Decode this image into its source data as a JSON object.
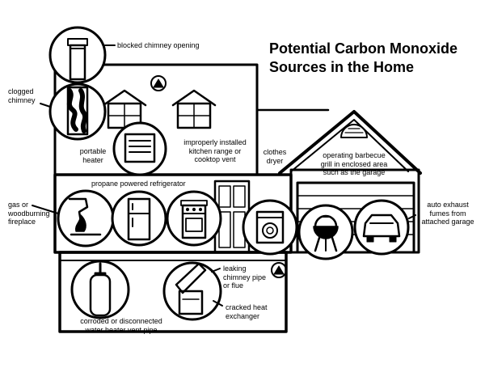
{
  "title_line1": "Potential Carbon Monoxide",
  "title_line2": "Sources in the Home",
  "labels": {
    "blocked_chimney": "blocked chimney opening",
    "clogged_chimney": "clogged\nchimney",
    "portable_heater": "portable\nheater",
    "kitchen_range": "improperly installed\nkitchen range or\ncooktop vent",
    "clothes_dryer": "clothes\ndryer",
    "barbecue": "operating barbecue\ngrill in enclosed area\nsuch as the garage",
    "fireplace": "gas or\nwoodburning\nfireplace",
    "refrigerator": "propane powered refrigerator",
    "auto_exhaust": "auto exhaust\nfumes from\nattached garage",
    "chimney_pipe": "leaking\nchimney pipe\nor flue",
    "heat_exchanger": "cracked heat\nexchanger",
    "water_heater": "corroded or disconnected\nwater heater vent pipe"
  },
  "icons": [
    "blocked-chimney",
    "clogged-chimney",
    "portable-heater",
    "gas-fireplace",
    "refrigerator",
    "kitchen-range",
    "front-door",
    "clothes-dryer",
    "barbecue-grill",
    "car-garage",
    "water-heater",
    "furnace-flue",
    "alarm-triangle"
  ],
  "colors": {
    "line": "#000000",
    "fill": "#ffffff"
  }
}
